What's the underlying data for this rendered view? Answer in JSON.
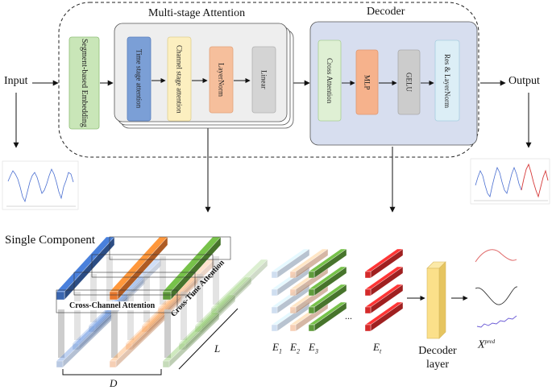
{
  "input_label": "Input",
  "output_label": "Output",
  "groups": {
    "msa_title": "Multi-stage Attention",
    "decoder_title": "Decoder"
  },
  "blocks": {
    "embedding": "Segment-based Embedding",
    "time_stage": "Time stage attention",
    "channel_stage": "Channel stage attention",
    "layernorm": "LayerNorm",
    "linear": "Linear",
    "cross_attention": "Cross Attention",
    "mlp": "MLP",
    "gelu": "GELU",
    "res_layernorm": "Res & LayerNorm"
  },
  "component": {
    "title": "Single Component",
    "cross_channel": "Cross-Channel Attention",
    "cross_time": "Cross-Time Attention",
    "dim_d": "D",
    "dim_l": "L"
  },
  "decoder_detail": {
    "e1": "E",
    "e1_sub": "1",
    "e2": "E",
    "e2_sub": "2",
    "e3": "E",
    "e3_sub": "3",
    "ellipsis": "...",
    "et": "E",
    "et_sub": "t",
    "layer_label": "Decoder layer",
    "pred": "X",
    "pred_sup": "pred"
  },
  "colors": {
    "embedding": "#c9e6b8",
    "time": "#7b9fd6",
    "channel": "#fcefc0",
    "layernorm": "#f6bf9c",
    "linear": "#d4d4d4",
    "cross": "#dff0d4",
    "mlp": "#f6b28c",
    "gelu": "#cccccc",
    "res": "#dceef6",
    "decoder_bg": "#d7deef",
    "blue": "#3a66b0",
    "orange": "#e8792f",
    "green": "#5f9b3b",
    "red": "#d42a2a",
    "yellow": "#fbe08a"
  }
}
